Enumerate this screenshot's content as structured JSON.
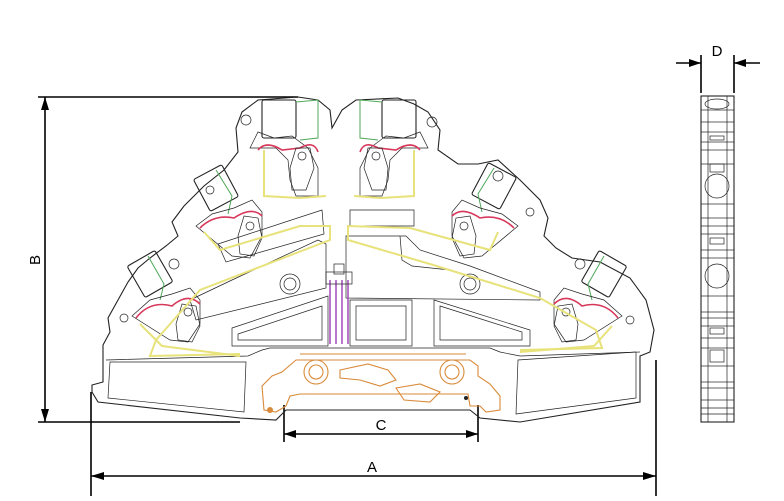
{
  "dimensions": {
    "a_label": "A",
    "b_label": "B",
    "c_label": "C",
    "d_label": "D"
  },
  "colors": {
    "outline": "#222222",
    "conductor_yellow": "#e8e27a",
    "spring_red": "#d8385a",
    "detail_green": "#4fa85a",
    "rail_orange": "#d98a3a",
    "bridge_purple": "#9b3fb5"
  }
}
